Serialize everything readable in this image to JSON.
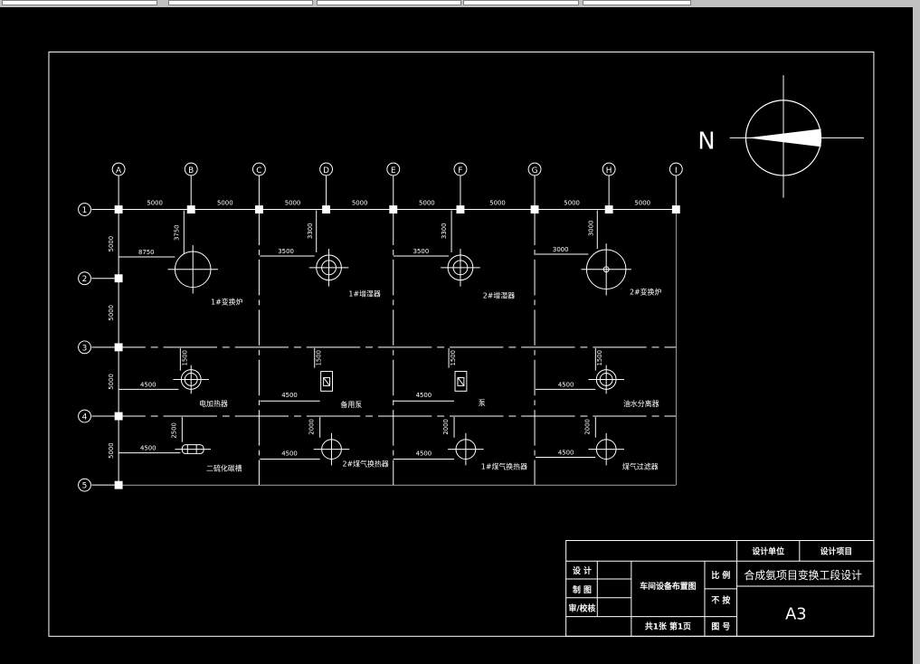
{
  "axes": {
    "columns": [
      "A",
      "B",
      "C",
      "D",
      "E",
      "F",
      "G",
      "H",
      "I"
    ],
    "rows": [
      "1",
      "2",
      "3",
      "4",
      "5"
    ],
    "col_spacing_labels": [
      "5000",
      "5000",
      "5000",
      "5000",
      "5000",
      "5000",
      "5000",
      "5000"
    ],
    "row_spacing_labels": [
      "5000",
      "5000",
      "5000",
      "5000"
    ]
  },
  "equipment": {
    "shift_furnace_1": "1#变换炉",
    "humidifier_1": "1#增湿器",
    "humidifier_2": "2#增湿器",
    "shift_furnace_2": "2#变换炉",
    "electric_heater": "电加热器",
    "standby_pump": "备用泵",
    "pump": "泵",
    "oil_water_separator": "油水分离器",
    "co2_tank": "二硫化碳槽",
    "gas_exchanger_2": "2#煤气换热器",
    "gas_exchanger_1": "1#煤气换热器",
    "gas_filter": "煤气过滤器"
  },
  "dimensions": {
    "d_3750": "3750",
    "d_8750": "8750",
    "d_3300a": "3300",
    "d_3500a": "3500",
    "d_3300b": "3300",
    "d_3500b": "3500",
    "d_3000a": "3000",
    "d_3000b": "3000",
    "d_1500a": "1500",
    "d_1500b": "1500",
    "d_1500c": "1500",
    "d_1500d": "1500",
    "d_4500_row3_a": "4500",
    "d_4500_row3_c": "4500",
    "d_4500_row3_b": "4500",
    "d_4500_row3_d": "4500",
    "d_2500": "2500",
    "d_2000a": "2000",
    "d_2000b": "2000",
    "d_2000c": "2000",
    "d_4500_row4_a": "4500",
    "d_4500_row4_b": "4500",
    "d_4500_row4_c": "4500",
    "d_4500_row4_d": "4500"
  },
  "north_label": "N",
  "title_block": {
    "design_unit": "设计单位",
    "design_project": "设计项目",
    "design": "设 计",
    "drawing": "制 图",
    "review": "审/校核",
    "drawing_name": "车间设备布置图",
    "scale": "比 例",
    "project_title": "合成氨项目变换工段设计",
    "not_scaled": "不 按",
    "sheet_info": "共1张  第1页",
    "drawing_number": "图 号",
    "paper_size": "A3"
  },
  "colors": {
    "background": "#000000",
    "lines": "#ffffff",
    "frame": "#c0c0c0"
  }
}
